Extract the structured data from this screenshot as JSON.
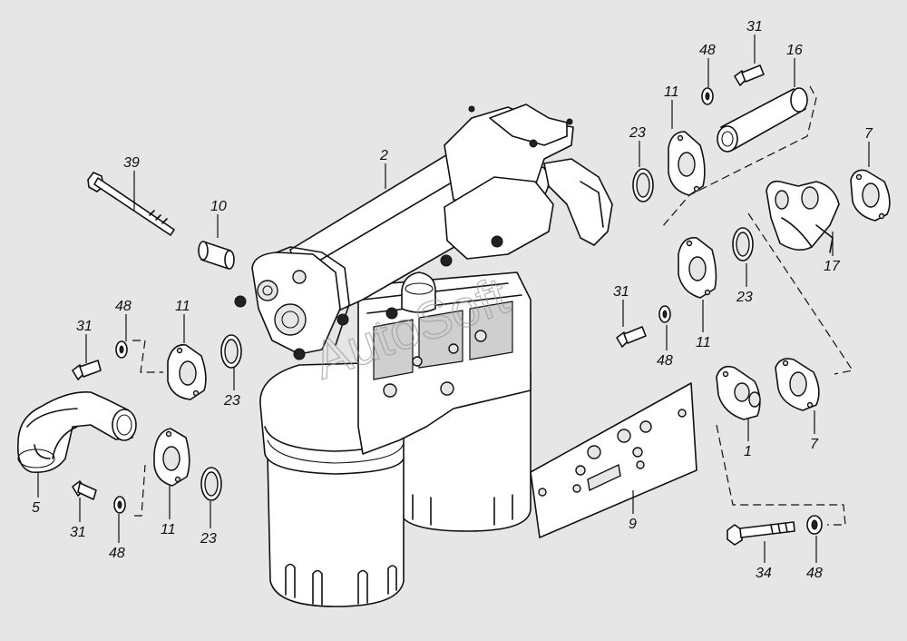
{
  "watermark": "AutoSoft",
  "labels": {
    "l39": "39",
    "l10": "10",
    "l2": "2",
    "l31a": "31",
    "l48a": "48",
    "l16": "16",
    "l11a": "11",
    "l23a": "23",
    "l7a": "7",
    "l17": "17",
    "l23b": "23",
    "l31b": "31",
    "l48b": "48",
    "l11b": "11",
    "l48c": "48",
    "l11c": "11",
    "l31c": "31",
    "l23c": "23",
    "l5": "5",
    "l31d": "31",
    "l48d": "48",
    "l11d": "11",
    "l23d": "23",
    "l1": "1",
    "l7b": "7",
    "l9": "9",
    "l34": "34",
    "l48e": "48"
  }
}
